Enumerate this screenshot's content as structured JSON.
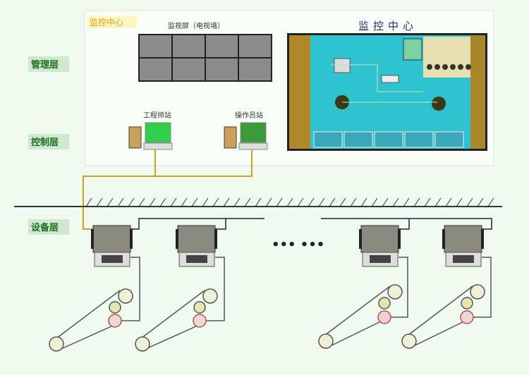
{
  "layers": {
    "management": "管理层",
    "control": "控制层",
    "device": "设备层"
  },
  "center_panel": {
    "corner_label": "监控中心",
    "tv_wall_label": "监视屏（电视墙）",
    "monitor_title": "监控中心"
  },
  "stations": {
    "engineer": "工程师站",
    "operator": "操作员站"
  },
  "ellipsis": "••• •••",
  "colors": {
    "background": "#f1faf1",
    "label_green": "#1d6b1d",
    "bus_yellow": "#c9a227",
    "monitor_cyan": "#2fc3cf",
    "monitor_frame": "#b08a2a"
  }
}
